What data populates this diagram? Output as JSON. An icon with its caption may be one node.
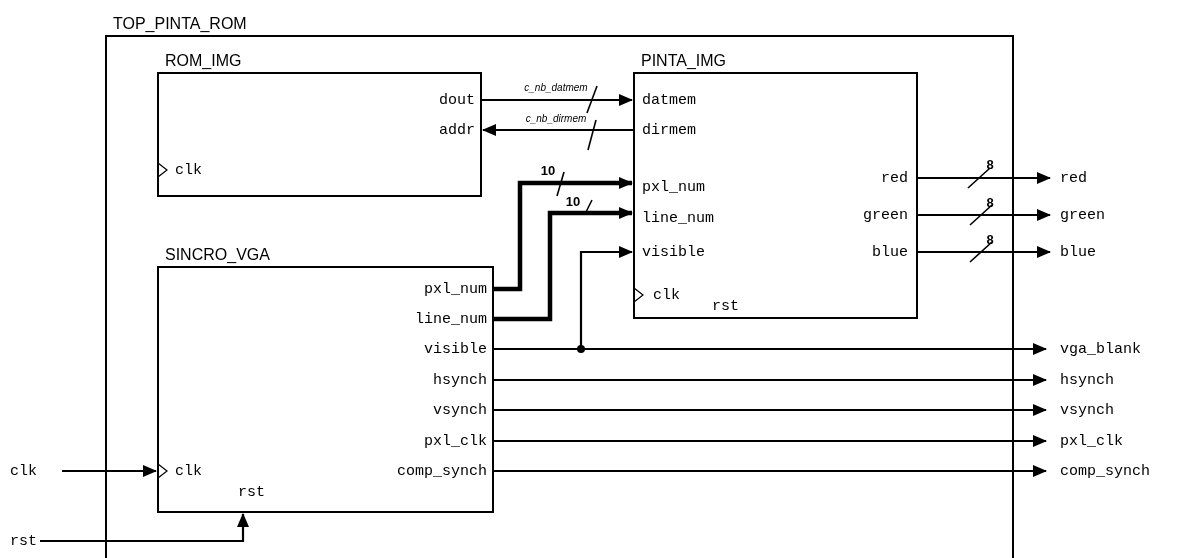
{
  "diagram": {
    "nodes": [
      {
        "text": [
          "TOP_PINTA_ROM"
        ]
      },
      {
        "text": [
          "ROM_IMG"
        ],
        "in": 0
      },
      {
        "text": [
          "dout"
        ],
        "in": 1
      },
      {
        "text": [
          "addr"
        ],
        "in": 1
      },
      {
        "text": [
          "clk"
        ],
        "in": 1
      },
      {
        "text": [
          "PINTA_IMG"
        ],
        "in": 0
      },
      {
        "text": [
          "datmem"
        ],
        "in": 5
      },
      {
        "text": [
          "dirmem"
        ],
        "in": 5
      },
      {
        "text": [
          "pxl_num"
        ],
        "in": 5
      },
      {
        "text": [
          "line_num"
        ],
        "in": 5
      },
      {
        "text": [
          "visible"
        ],
        "in": 5
      },
      {
        "text": [
          "red"
        ],
        "in": 5
      },
      {
        "text": [
          "green"
        ],
        "in": 5
      },
      {
        "text": [
          "blue"
        ],
        "in": 5
      },
      {
        "text": [
          "clk"
        ],
        "in": 5
      },
      {
        "text": [
          "rst"
        ],
        "in": 5
      },
      {
        "text": [
          "SINCRO_VGA"
        ],
        "in": 0
      },
      {
        "text": [
          "pxl_num"
        ],
        "in": 16
      },
      {
        "text": [
          "line_num"
        ],
        "in": 16
      },
      {
        "text": [
          "visible"
        ],
        "in": 16
      },
      {
        "text": [
          "hsynch"
        ],
        "in": 16
      },
      {
        "text": [
          "vsynch"
        ],
        "in": 16
      },
      {
        "text": [
          "pxl_clk"
        ],
        "in": 16
      },
      {
        "text": [
          "comp_synch"
        ],
        "in": 16
      },
      {
        "text": [
          "clk"
        ],
        "in": 16
      },
      {
        "text": [
          "rst"
        ],
        "in": 16
      },
      {
        "text": [
          "clk"
        ]
      },
      {
        "text": [
          "rst"
        ]
      },
      {
        "text": [
          "red"
        ]
      },
      {
        "text": [
          "green"
        ]
      },
      {
        "text": [
          "blue"
        ]
      },
      {
        "text": [
          "vga_blank"
        ]
      },
      {
        "text": [
          "hsynch"
        ]
      },
      {
        "text": [
          "vsynch"
        ]
      },
      {
        "text": [
          "pxl_clk"
        ]
      },
      {
        "text": [
          "comp_synch"
        ]
      }
    ],
    "edges": [
      {
        "from": 2,
        "to": 6,
        "arrow": "to",
        "label": "c_nb_datmem"
      },
      {
        "from": 7,
        "to": 3,
        "arrow": "to",
        "label": "c_nb_dirmem"
      },
      {
        "from": 17,
        "to": 8,
        "arrow": "to",
        "label": "10",
        "style": "thick"
      },
      {
        "from": 18,
        "to": 9,
        "arrow": "to",
        "label": "10",
        "style": "thick"
      },
      {
        "from": 19,
        "to": 10,
        "arrow": "to"
      },
      {
        "from": 19,
        "to": 31,
        "arrow": "to"
      },
      {
        "from": 20,
        "to": 32,
        "arrow": "to"
      },
      {
        "from": 21,
        "to": 33,
        "arrow": "to"
      },
      {
        "from": 22,
        "to": 34,
        "arrow": "to"
      },
      {
        "from": 23,
        "to": 35,
        "arrow": "to"
      },
      {
        "from": 26,
        "to": 24,
        "arrow": "to"
      },
      {
        "from": 27,
        "to": 25,
        "arrow": "to"
      },
      {
        "from": 11,
        "to": 28,
        "arrow": "to",
        "label": "8"
      },
      {
        "from": 12,
        "to": 29,
        "arrow": "to",
        "label": "8"
      },
      {
        "from": 13,
        "to": 30,
        "arrow": "to",
        "label": "8"
      }
    ]
  }
}
